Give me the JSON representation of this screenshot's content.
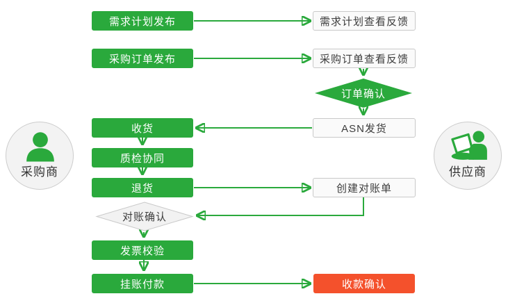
{
  "diagram": {
    "actors": {
      "buyer": {
        "label": "采购商",
        "icon": "buyer-person-icon"
      },
      "supplier": {
        "label": "供应商",
        "icon": "supplier-laptop-person-icon"
      }
    },
    "buyer_nodes": {
      "demand_plan_publish": "需求计划发布",
      "purchase_order_publish": "采购订单发布",
      "receive_goods": "收货",
      "quality_collaboration": "质检协同",
      "return_goods": "退货",
      "reconciliation_confirm": "对账确认",
      "invoice_verification": "发票校验",
      "account_payment": "挂账付款"
    },
    "supplier_nodes": {
      "demand_plan_feedback": "需求计划查看反馈",
      "purchase_order_feedback": "采购订单查看反馈",
      "order_confirm": "订单确认",
      "asn_shipping": "ASN发货",
      "create_statement": "创建对账单",
      "receipt_confirm": "收款确认"
    },
    "colors": {
      "process_green": "#2aa93c",
      "terminal_red": "#f4512c",
      "neutral_fill": "#fafafa",
      "neutral_border": "#c9c9c9"
    }
  }
}
